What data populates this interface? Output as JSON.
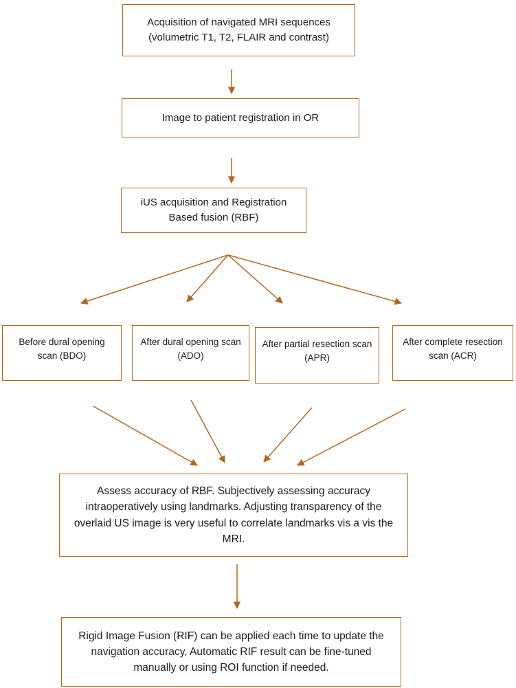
{
  "flowchart": {
    "colors": {
      "border": "#b5651d",
      "arrow": "#b5651d"
    },
    "steps": {
      "acquisition": "Acquisition of navigated MRI sequences (volumetric T1, T2, FLAIR and contrast)",
      "registration": "Image to patient registration in OR",
      "ius_fusion": "iUS acquisition and Registration Based fusion (RBF)",
      "scan_bdo": "Before dural opening scan (BDO)",
      "scan_ado": "After dural opening scan (ADO)",
      "scan_apr": "After partial resection scan (APR)",
      "scan_acr": "After complete resection scan (ACR)",
      "assess": "Assess accuracy of RBF. Subjectively assessing accuracy intraoperatively using landmarks. Adjusting transparency of the overlaid US image is very useful to correlate landmarks vis a vis the MRI.",
      "rif": "Rigid Image Fusion (RIF) can be applied each time to update the navigation accuracy, Automatic RIF result can be fine-tuned manually or using ROI function if needed."
    }
  }
}
